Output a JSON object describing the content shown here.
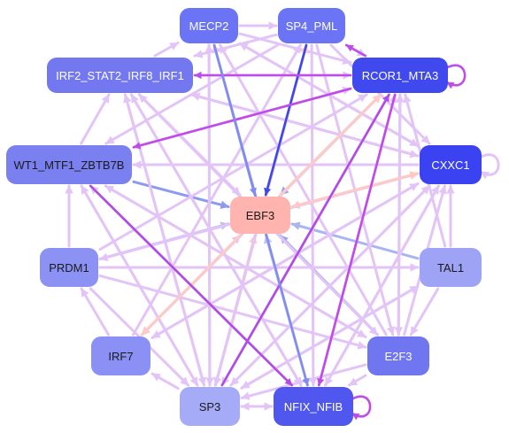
{
  "network": {
    "nodes": [
      {
        "id": "MECP2",
        "label": "MECP2",
        "color": "#6b74f4"
      },
      {
        "id": "SP4_PML",
        "label": "SP4_PML",
        "color": "#6b74f4"
      },
      {
        "id": "IRF2_STAT2_IRF8_IRF1",
        "label": "IRF2_STAT2_IRF8_IRF1",
        "color": "#7378f0"
      },
      {
        "id": "RCOR1_MTA3",
        "label": "RCOR1_MTA3",
        "color": "#3f49ee"
      },
      {
        "id": "WT1_MTF1_ZBTB7B",
        "label": "WT1_MTF1_ZBTB7B",
        "color": "#7a80f0"
      },
      {
        "id": "CXXC1",
        "label": "CXXC1",
        "color": "#3a42f2"
      },
      {
        "id": "EBF3",
        "label": "EBF3",
        "color": "#ffb4b0"
      },
      {
        "id": "PRDM1",
        "label": "PRDM1",
        "color": "#8c92f4"
      },
      {
        "id": "TAL1",
        "label": "TAL1",
        "color": "#9ea3f6"
      },
      {
        "id": "IRF7",
        "label": "IRF7",
        "color": "#8a90f4"
      },
      {
        "id": "E2F3",
        "label": "E2F3",
        "color": "#6f76f0"
      },
      {
        "id": "SP3",
        "label": "SP3",
        "color": "#a6abf7"
      },
      {
        "id": "NFIX_NFIB",
        "label": "NFIX_NFIB",
        "color": "#4f57ef"
      }
    ],
    "edges": [
      {
        "from": "MECP2",
        "to": "EBF3",
        "color": "#7f8cf0"
      },
      {
        "from": "SP4_PML",
        "to": "EBF3",
        "color": "#3a48ee"
      },
      {
        "from": "RCOR1_MTA3",
        "to": "EBF3",
        "color": "#8fa3ee"
      },
      {
        "from": "CXXC1",
        "to": "EBF3",
        "color": "#f6c8d6"
      },
      {
        "from": "TAL1",
        "to": "EBF3",
        "color": "#a9b4f4"
      },
      {
        "from": "E2F3",
        "to": "EBF3",
        "color": "#9aa8f2"
      },
      {
        "from": "PRDM1",
        "to": "EBF3",
        "color": "#b9c2f6"
      },
      {
        "from": "WT1_MTF1_ZBTB7B",
        "to": "EBF3",
        "color": "#8c9af0"
      },
      {
        "from": "SP3",
        "to": "EBF3",
        "color": "#ffc9c4"
      },
      {
        "from": "NFIX_NFIB",
        "to": "EBF3",
        "color": "#b9c2f6"
      },
      {
        "from": "IRF7",
        "to": "EBF3",
        "color": "#e3c4f7"
      },
      {
        "from": "IRF2_STAT2_IRF8_IRF1",
        "to": "EBF3",
        "color": "#e3c4f7"
      },
      {
        "from": "RCOR1_MTA3",
        "to": "WT1_MTF1_ZBTB7B",
        "color": "#c04be8"
      },
      {
        "from": "RCOR1_MTA3",
        "to": "IRF2_STAT2_IRF8_IRF1",
        "color": "#c04be8"
      },
      {
        "from": "RCOR1_MTA3",
        "to": "SP4_PML",
        "color": "#c04be8"
      },
      {
        "from": "RCOR1_MTA3",
        "to": "RCOR1_MTA3",
        "color": "#c04be8"
      },
      {
        "from": "CXXC1",
        "to": "CXXC1",
        "color": "#e3c4f7"
      },
      {
        "from": "NFIX_NFIB",
        "to": "NFIX_NFIB",
        "color": "#c04be8"
      },
      {
        "from": "WT1_MTF1_ZBTB7B",
        "to": "NFIX_NFIB",
        "color": "#b24ae6"
      },
      {
        "from": "SP3",
        "to": "RCOR1_MTA3",
        "color": "#b24ae6"
      },
      {
        "from": "MECP2",
        "to": "NFIX_NFIB",
        "color": "#7f8cf0"
      },
      {
        "from": "SP4_PML",
        "to": "NFIX_NFIB",
        "color": "#e3c4f7"
      },
      {
        "from": "RCOR1_MTA3",
        "to": "NFIX_NFIB",
        "color": "#c04be8"
      },
      {
        "from": "RCOR1_MTA3",
        "to": "SP3",
        "color": "#e3c4f7"
      },
      {
        "from": "RCOR1_MTA3",
        "to": "E2F3",
        "color": "#e3c4f7"
      },
      {
        "from": "RCOR1_MTA3",
        "to": "IRF7",
        "color": "#e3c4f7"
      },
      {
        "from": "CXXC1",
        "to": "SP3",
        "color": "#e3c4f7"
      },
      {
        "from": "CXXC1",
        "to": "NFIX_NFIB",
        "color": "#e3c4f7"
      },
      {
        "from": "CXXC1",
        "to": "IRF7",
        "color": "#e3c4f7"
      },
      {
        "from": "CXXC1",
        "to": "PRDM1",
        "color": "#e3c4f7"
      },
      {
        "from": "CXXC1",
        "to": "WT1_MTF1_ZBTB7B",
        "color": "#e3c4f7"
      },
      {
        "from": "CXXC1",
        "to": "IRF2_STAT2_IRF8_IRF1",
        "color": "#e3c4f7"
      },
      {
        "from": "CXXC1",
        "to": "MECP2",
        "color": "#e3c4f7"
      },
      {
        "from": "TAL1",
        "to": "SP3",
        "color": "#e3c4f7"
      },
      {
        "from": "TAL1",
        "to": "RCOR1_MTA3",
        "color": "#e3c4f7"
      },
      {
        "from": "TAL1",
        "to": "CXXC1",
        "color": "#e3c4f7"
      },
      {
        "from": "TAL1",
        "to": "E2F3",
        "color": "#e3c4f7"
      },
      {
        "from": "E2F3",
        "to": "SP3",
        "color": "#e3c4f7"
      },
      {
        "from": "E2F3",
        "to": "NFIX_NFIB",
        "color": "#e3c4f7"
      },
      {
        "from": "E2F3",
        "to": "MECP2",
        "color": "#e3c4f7"
      },
      {
        "from": "E2F3",
        "to": "IRF2_STAT2_IRF8_IRF1",
        "color": "#e3c4f7"
      },
      {
        "from": "E2F3",
        "to": "WT1_MTF1_ZBTB7B",
        "color": "#e3c4f7"
      },
      {
        "from": "E2F3",
        "to": "CXXC1",
        "color": "#e3c4f7"
      },
      {
        "from": "E2F3",
        "to": "RCOR1_MTA3",
        "color": "#e3c4f7"
      },
      {
        "from": "SP3",
        "to": "NFIX_NFIB",
        "color": "#e3c4f7"
      },
      {
        "from": "SP3",
        "to": "IRF7",
        "color": "#e3c4f7"
      },
      {
        "from": "SP3",
        "to": "CXXC1",
        "color": "#e3c4f7"
      },
      {
        "from": "SP3",
        "to": "MECP2",
        "color": "#e3c4f7"
      },
      {
        "from": "SP3",
        "to": "SP4_PML",
        "color": "#e3c4f7"
      },
      {
        "from": "SP3",
        "to": "IRF2_STAT2_IRF8_IRF1",
        "color": "#e3c4f7"
      },
      {
        "from": "SP3",
        "to": "WT1_MTF1_ZBTB7B",
        "color": "#e3c4f7"
      },
      {
        "from": "SP3",
        "to": "TAL1",
        "color": "#e3c4f7"
      },
      {
        "from": "NFIX_NFIB",
        "to": "SP3",
        "color": "#e3c4f7"
      },
      {
        "from": "NFIX_NFIB",
        "to": "RCOR1_MTA3",
        "color": "#e3c4f7"
      },
      {
        "from": "NFIX_NFIB",
        "to": "CXXC1",
        "color": "#e3c4f7"
      },
      {
        "from": "NFIX_NFIB",
        "to": "IRF2_STAT2_IRF8_IRF1",
        "color": "#e3c4f7"
      },
      {
        "from": "NFIX_NFIB",
        "to": "MECP2",
        "color": "#e3c4f7"
      },
      {
        "from": "NFIX_NFIB",
        "to": "WT1_MTF1_ZBTB7B",
        "color": "#e3c4f7"
      },
      {
        "from": "IRF7",
        "to": "RCOR1_MTA3",
        "color": "#e3c4f7"
      },
      {
        "from": "IRF7",
        "to": "CXXC1",
        "color": "#e3c4f7"
      },
      {
        "from": "IRF7",
        "to": "PRDM1",
        "color": "#e3c4f7"
      },
      {
        "from": "IRF7",
        "to": "SP4_PML",
        "color": "#e3c4f7"
      },
      {
        "from": "PRDM1",
        "to": "WT1_MTF1_ZBTB7B",
        "color": "#e3c4f7"
      },
      {
        "from": "PRDM1",
        "to": "RCOR1_MTA3",
        "color": "#e3c4f7"
      },
      {
        "from": "PRDM1",
        "to": "CXXC1",
        "color": "#e3c4f7"
      },
      {
        "from": "PRDM1",
        "to": "E2F3",
        "color": "#e3c4f7"
      },
      {
        "from": "PRDM1",
        "to": "SP3",
        "color": "#e3c4f7"
      },
      {
        "from": "PRDM1",
        "to": "TAL1",
        "color": "#e3c4f7"
      },
      {
        "from": "WT1_MTF1_ZBTB7B",
        "to": "IRF2_STAT2_IRF8_IRF1",
        "color": "#e3c4f7"
      },
      {
        "from": "WT1_MTF1_ZBTB7B",
        "to": "RCOR1_MTA3",
        "color": "#e3c4f7"
      },
      {
        "from": "WT1_MTF1_ZBTB7B",
        "to": "SP3",
        "color": "#e3c4f7"
      },
      {
        "from": "WT1_MTF1_ZBTB7B",
        "to": "E2F3",
        "color": "#e3c4f7"
      },
      {
        "from": "IRF2_STAT2_IRF8_IRF1",
        "to": "RCOR1_MTA3",
        "color": "#e3c4f7"
      },
      {
        "from": "IRF2_STAT2_IRF8_IRF1",
        "to": "SP3",
        "color": "#e3c4f7"
      },
      {
        "from": "IRF2_STAT2_IRF8_IRF1",
        "to": "NFIX_NFIB",
        "color": "#e3c4f7"
      },
      {
        "from": "IRF2_STAT2_IRF8_IRF1",
        "to": "E2F3",
        "color": "#e3c4f7"
      },
      {
        "from": "IRF2_STAT2_IRF8_IRF1",
        "to": "MECP2",
        "color": "#e3c4f7"
      },
      {
        "from": "IRF2_STAT2_IRF8_IRF1",
        "to": "CXXC1",
        "color": "#e3c4f7"
      },
      {
        "from": "MECP2",
        "to": "RCOR1_MTA3",
        "color": "#e3c4f7"
      },
      {
        "from": "MECP2",
        "to": "SP4_PML",
        "color": "#e3c4f7"
      },
      {
        "from": "MECP2",
        "to": "SP3",
        "color": "#e3c4f7"
      },
      {
        "from": "MECP2",
        "to": "CXXC1",
        "color": "#e3c4f7"
      },
      {
        "from": "SP4_PML",
        "to": "RCOR1_MTA3",
        "color": "#e3c4f7"
      },
      {
        "from": "SP4_PML",
        "to": "IRF2_STAT2_IRF8_IRF1",
        "color": "#e3c4f7"
      },
      {
        "from": "SP4_PML",
        "to": "SP3",
        "color": "#e3c4f7"
      },
      {
        "from": "SP4_PML",
        "to": "E2F3",
        "color": "#e3c4f7"
      },
      {
        "from": "SP4_PML",
        "to": "WT1_MTF1_ZBTB7B",
        "color": "#e3c4f7"
      },
      {
        "from": "SP4_PML",
        "to": "CXXC1",
        "color": "#e3c4f7"
      },
      {
        "from": "EBF3",
        "to": "RCOR1_MTA3",
        "color": "#ffc9c4"
      },
      {
        "from": "EBF3",
        "to": "SP4_PML",
        "color": "#ffc9c4"
      },
      {
        "from": "EBF3",
        "to": "IRF7",
        "color": "#ffc9c4"
      },
      {
        "from": "EBF3",
        "to": "CXXC1",
        "color": "#ffc9c4"
      }
    ]
  }
}
